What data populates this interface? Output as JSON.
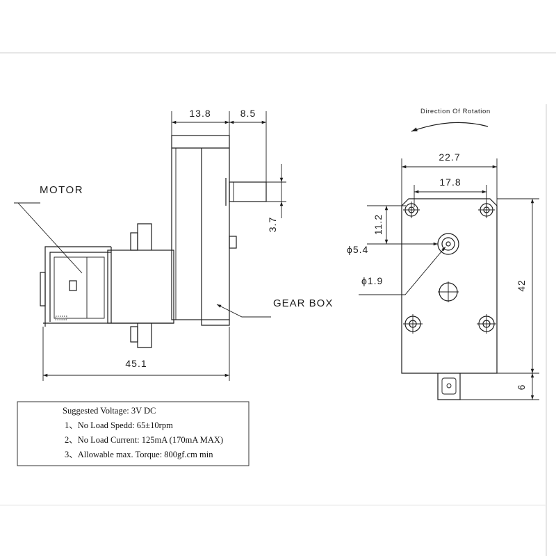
{
  "side_view": {
    "dim_gearbox_width": "13.8",
    "dim_shaft_length": "8.5",
    "dim_shaft_diameter": "3.7",
    "dim_overall_length": "45.1",
    "motor_label": "MOTOR",
    "gear_box_label": "GEAR BOX"
  },
  "front_view": {
    "rotation_label": "Direction Of Rotation",
    "dim_body_width": "22.7",
    "dim_hole_spacing": "17.8",
    "dim_shaft_offset": "11.2",
    "dim_shaft_outer_diameter": "ϕ5.4",
    "dim_shaft_inner_diameter": "ϕ1.9",
    "dim_body_height": "42",
    "dim_tab_height": "6"
  },
  "specs": {
    "voltage": "Suggested Voltage: 3V DC",
    "items": [
      "1、No Load Spedd: 65±10rpm",
      "2、No Load Current: 125mA (170mA MAX)",
      "3、Allowable max. Torque: 800gf.cm min"
    ]
  },
  "colors": {
    "line": "#1c1c1c",
    "background": "#ffffff"
  }
}
